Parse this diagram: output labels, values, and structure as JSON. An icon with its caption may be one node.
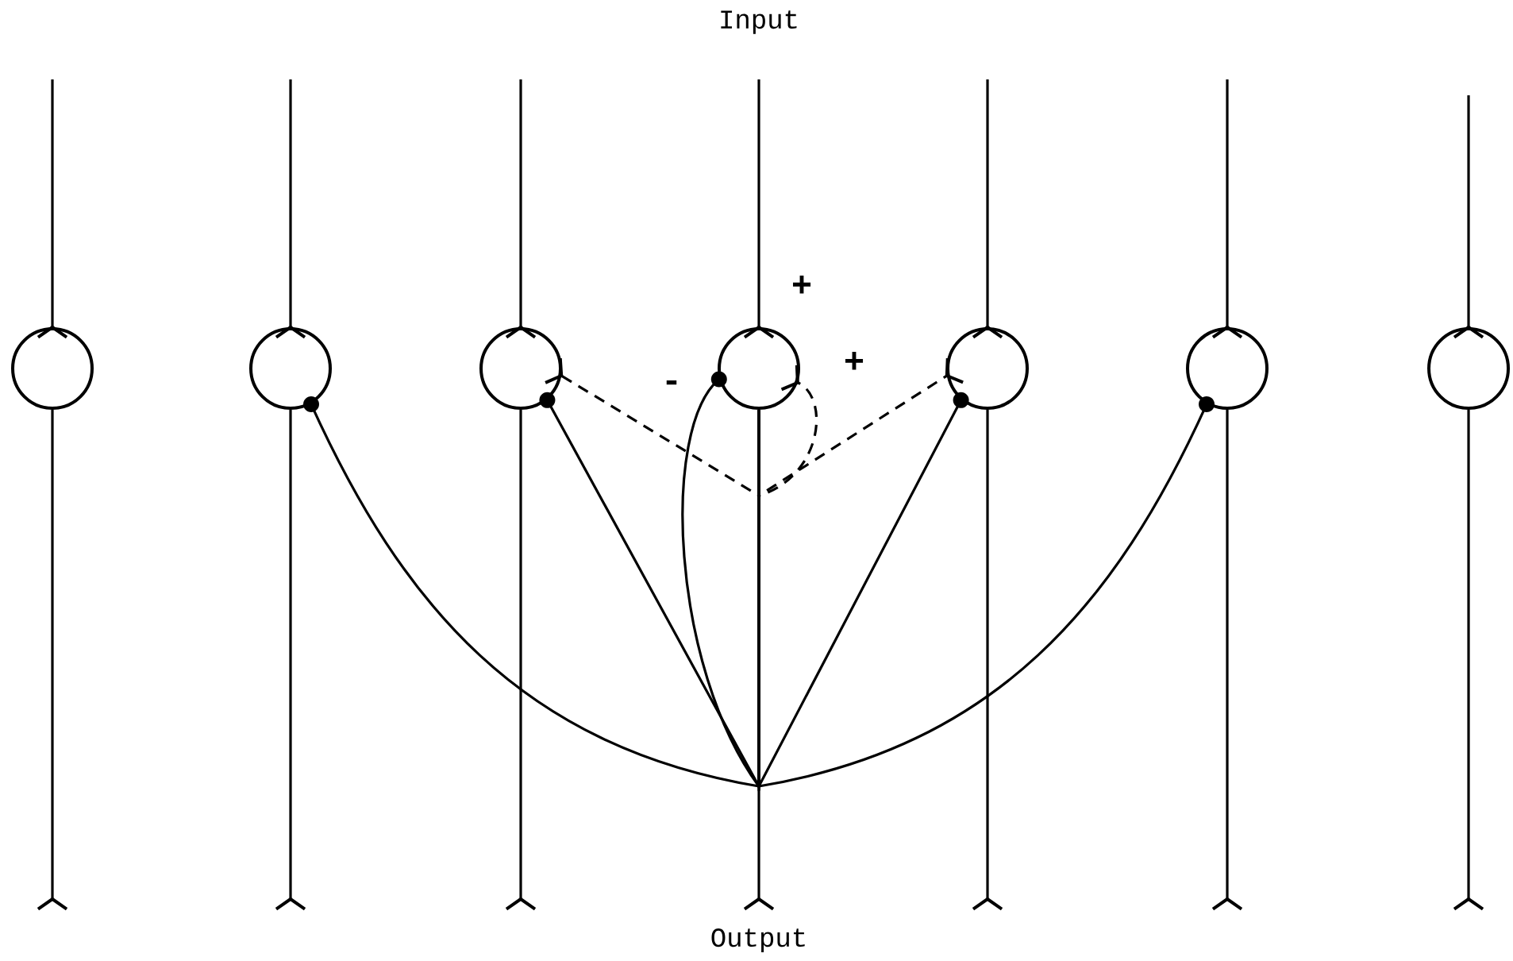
{
  "diagram": {
    "nodes": [
      {
        "text": [],
        "shape": "circle"
      },
      {
        "text": [],
        "shape": "circle"
      },
      {
        "text": [],
        "shape": "circle"
      },
      {
        "text": [],
        "shape": "circle"
      },
      {
        "text": [],
        "shape": "circle"
      },
      {
        "text": [],
        "shape": "circle"
      },
      {
        "text": [],
        "shape": "circle"
      }
    ],
    "edges": [
      {
        "from": null,
        "to": 0,
        "arrow": "other"
      },
      {
        "from": null,
        "to": 1,
        "arrow": "other"
      },
      {
        "from": null,
        "to": 2,
        "arrow": "other"
      },
      {
        "from": null,
        "to": 3,
        "arrow": "other"
      },
      {
        "from": null,
        "to": 4,
        "arrow": "other"
      },
      {
        "from": null,
        "to": 5,
        "arrow": "other"
      },
      {
        "from": null,
        "to": 6,
        "arrow": "other"
      },
      {
        "from": 0,
        "to": null,
        "arrow": "other"
      },
      {
        "from": 1,
        "to": null,
        "arrow": "other"
      },
      {
        "from": 2,
        "to": null,
        "arrow": "other"
      },
      {
        "from": 3,
        "to": null,
        "arrow": "other"
      },
      {
        "from": 4,
        "to": null,
        "arrow": "other"
      },
      {
        "from": 5,
        "to": null,
        "arrow": "other"
      },
      {
        "from": 6,
        "to": null,
        "arrow": "other"
      },
      {
        "from": 3,
        "to": 1,
        "arrow": "other"
      },
      {
        "from": 3,
        "to": 2,
        "arrow": "other"
      },
      {
        "from": 3,
        "to": 3,
        "arrow": "other",
        "label": "-"
      },
      {
        "from": 3,
        "to": 4,
        "arrow": "other"
      },
      {
        "from": 3,
        "to": 5,
        "arrow": "other"
      },
      {
        "from": 3,
        "to": 2,
        "arrow": "other",
        "style": "dashed"
      },
      {
        "from": 3,
        "to": 3,
        "arrow": "other",
        "style": "dashed",
        "label": "+"
      },
      {
        "from": 3,
        "to": 4,
        "arrow": "other",
        "style": "dashed"
      }
    ],
    "labels": [
      "Input",
      "+",
      "Output"
    ]
  }
}
